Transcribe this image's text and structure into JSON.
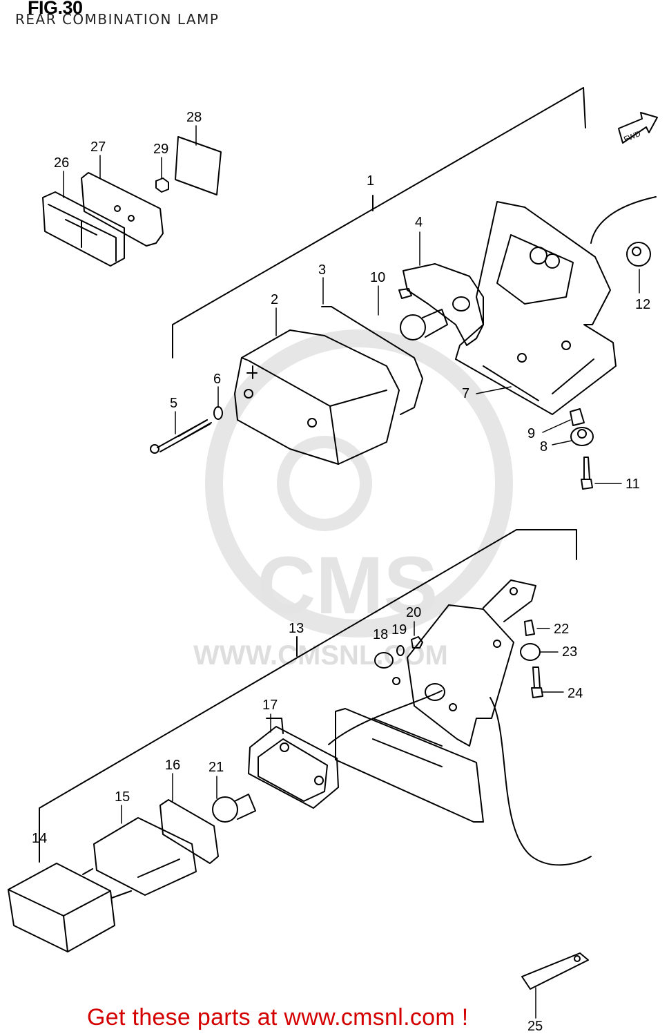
{
  "figure": {
    "title": "FIG.30",
    "subtitle": "REAR COMBINATION LAMP",
    "direction_label": "FWD"
  },
  "watermark": {
    "brand": "CMS",
    "url": "WWW.CMSNL.COM"
  },
  "callouts": [
    "1",
    "2",
    "3",
    "4",
    "5",
    "6",
    "7",
    "8",
    "9",
    "10",
    "11",
    "12",
    "13",
    "14",
    "15",
    "16",
    "17",
    "18",
    "19",
    "20",
    "21",
    "22",
    "23",
    "24",
    "25",
    "26",
    "27",
    "28",
    "29"
  ],
  "footer": {
    "text": "Get these parts at www.cmsnl.com !"
  }
}
